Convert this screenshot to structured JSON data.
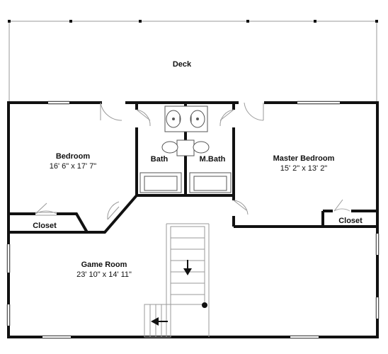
{
  "floor_plan": {
    "rooms": {
      "deck": {
        "name": "Deck"
      },
      "bedroom": {
        "name": "Bedroom",
        "dimensions": "16' 6\" x 17' 7\""
      },
      "bath": {
        "name": "Bath"
      },
      "master_bath": {
        "name": "M.Bath"
      },
      "master_bedroom": {
        "name": "Master Bedroom",
        "dimensions": "15' 2\" x 13' 2\""
      },
      "closet_left": {
        "name": "Closet"
      },
      "closet_right": {
        "name": "Closet"
      },
      "game_room": {
        "name": "Game Room",
        "dimensions": "23' 10\" x 14' 11\""
      }
    },
    "stair_direction_icons": [
      "arrow-down-icon",
      "arrow-left-icon"
    ],
    "colors": {
      "wall": "#111111",
      "thin_line": "#9a9a9a",
      "fixture": "#555555",
      "background": "#ffffff"
    }
  }
}
